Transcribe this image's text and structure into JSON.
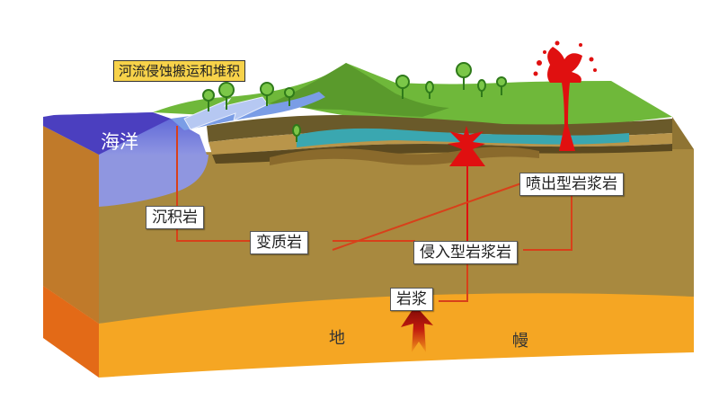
{
  "labels": {
    "erosion": "河流侵蚀搬运和堆积",
    "ocean": "海洋",
    "sedimentary": "沉积岩",
    "metamorphic": "变质岩",
    "extrusive": "喷出型岩浆岩",
    "intrusive": "侵入型岩浆岩",
    "magma": "岩浆",
    "mantle_left": "地",
    "mantle_right": "幔"
  },
  "colors": {
    "ocean": "#5a63d6",
    "ocean_top": "#4b3fbf",
    "crust": "#a8893f",
    "crust_front": "#b38d3a",
    "mantle": "#f5a623",
    "mantle_deep": "#e8891a",
    "grass": "#6fb83a",
    "magma": "#e01010",
    "connector": "#d8401a",
    "banner": "#f7d24a"
  }
}
